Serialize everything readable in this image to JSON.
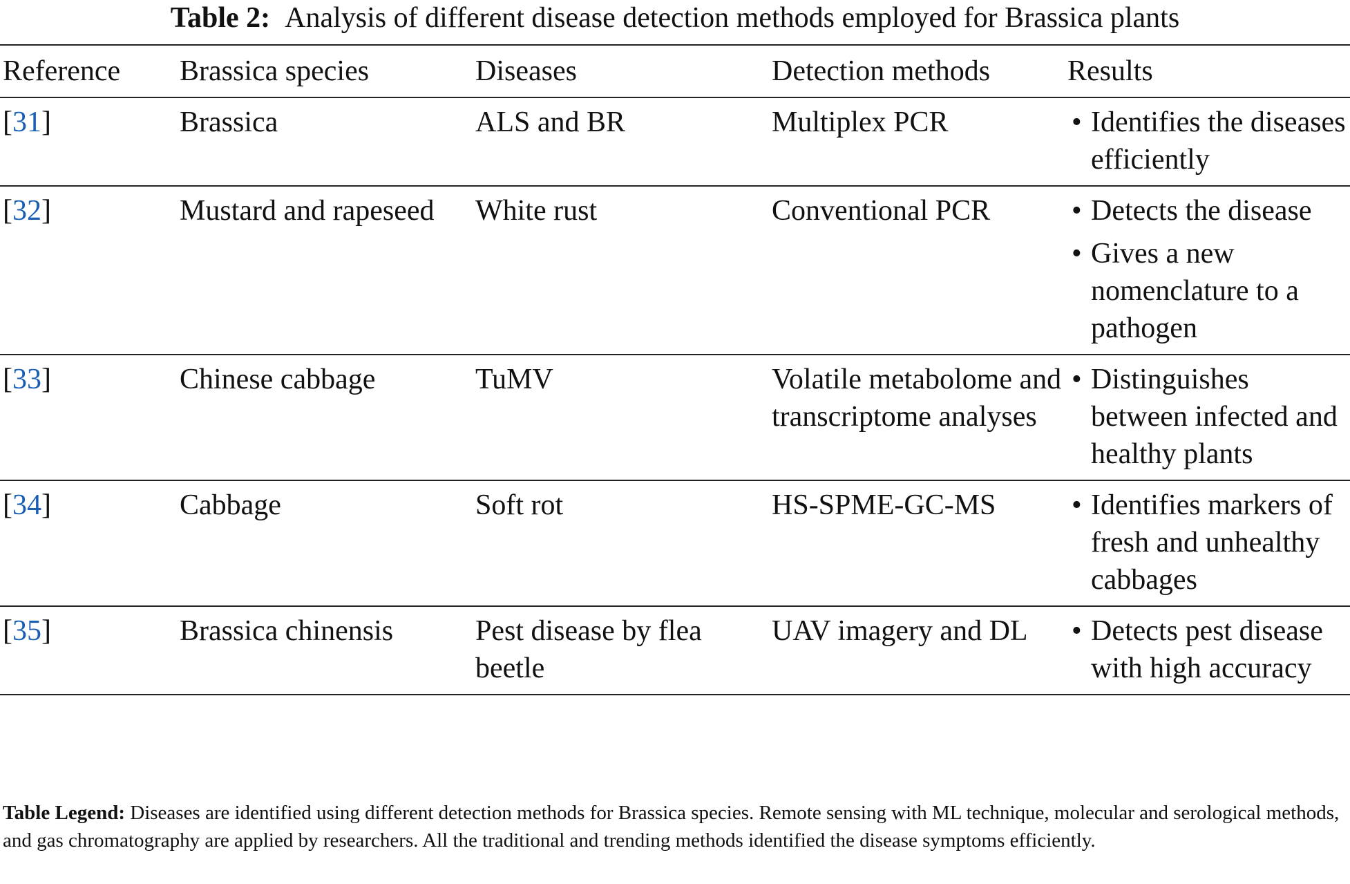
{
  "caption": {
    "label": "Table 2:",
    "text": "Analysis of different disease detection methods employed for Brassica plants"
  },
  "table": {
    "headers": [
      "Reference",
      "Brassica species",
      "Diseases",
      "Detection methods",
      "Results"
    ],
    "rows": [
      {
        "ref_open": "[",
        "ref_num": "31",
        "ref_close": "]",
        "species": "Brassica",
        "disease": "ALS and BR",
        "method": "Multiplex PCR",
        "results": [
          "Identifies the diseases efficiently"
        ]
      },
      {
        "ref_open": "[",
        "ref_num": "32",
        "ref_close": "]",
        "species": "Mustard and rapeseed",
        "disease": "White rust",
        "method": "Conventional PCR",
        "results": [
          "Detects the disease",
          "Gives a new nomenclature to a pathogen"
        ]
      },
      {
        "ref_open": "[",
        "ref_num": "33",
        "ref_close": "]",
        "species": "Chinese cabbage",
        "disease": "TuMV",
        "method": "Volatile metabolome and transcriptome analyses",
        "results": [
          "Distinguishes between infected and healthy plants"
        ]
      },
      {
        "ref_open": "[",
        "ref_num": "34",
        "ref_close": "]",
        "species": "Cabbage",
        "disease": "Soft rot",
        "method": "HS-SPME-GC-MS",
        "results": [
          "Identifies markers of fresh and unhealthy cabbages"
        ]
      },
      {
        "ref_open": "[",
        "ref_num": "35",
        "ref_close": "]",
        "species": "Brassica chinensis",
        "disease": "Pest disease by flea beetle",
        "method": "UAV imagery and DL",
        "results": [
          "Detects pest disease with high accuracy"
        ]
      }
    ]
  },
  "legend": {
    "label": "Table Legend:",
    "text": "Diseases are identified using different detection methods for Brassica species. Remote sensing with ML technique, molecular and serological methods, and gas chromatography are applied by researchers. All the traditional and trending methods identified the disease symptoms efficiently."
  },
  "bullet_glyph": "•",
  "colors": {
    "link": "#1a5fb4",
    "text": "#111111",
    "rule": "#222222"
  }
}
